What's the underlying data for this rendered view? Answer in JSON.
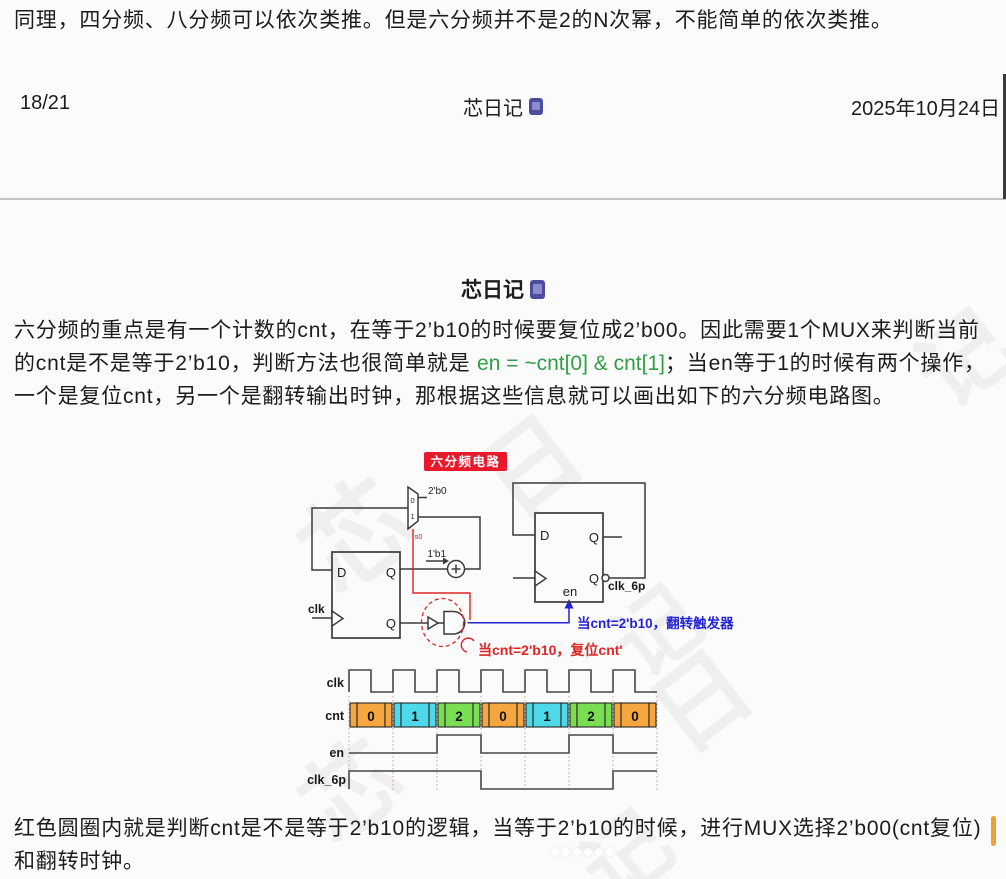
{
  "page1": {
    "paragraph": "同理，四分频、八分频可以依次类推。但是六分频并不是2的N次幂，不能简单的依次类推。",
    "footer": {
      "page_number": "18/21",
      "brand": "芯日记",
      "brand_icon": "chip-icon",
      "date": "2025年10月24日"
    }
  },
  "page2": {
    "title": "芯日记",
    "title_icon": "chip-icon",
    "para_part1": "六分频的重点是有一个计数的cnt，在等于2’b10的时候要复位成2’b00。因此需要1个MUX来判断当前的cnt是不是等于2’b10，判断方法也很简单就是 ",
    "para_code": "en = ~cnt[0] & cnt[1]",
    "para_part2": "；当en等于1的时候有两个操作，一个是复位cnt，另一个是翻转输出时钟，那根据这些信息就可以画出如下的六分频电路图。",
    "bottom_paragraph": "红色圆圈内就是判断cnt是不是等于2’b10的逻辑，当等于2’b10的时候，进行MUX选择2’b00(cnt复位)和翻转时钟。"
  },
  "diagram": {
    "badge": "六分频电路",
    "labels": {
      "mux_in0": "0",
      "mux_in1": "1",
      "mux_const": "2'b0",
      "mux_sel": "s0",
      "adder_const": "1'b1",
      "d_port": "D",
      "q_port": "Q",
      "clk": "clk",
      "en": "en",
      "clk_6p": "clk_6p"
    },
    "annotations": {
      "blue": "当cnt=2'b10，翻转触发器",
      "red": "当cnt=2'b10，复位cnt'"
    },
    "waveform": {
      "row_labels": [
        "clk",
        "cnt",
        "en",
        "clk_6p"
      ],
      "clk_cycles": 7,
      "cnt_segments": [
        {
          "value": "0",
          "color": "#f6a63f"
        },
        {
          "value": "1",
          "color": "#4ed9e9"
        },
        {
          "value": "2",
          "color": "#7ade52"
        },
        {
          "value": "0",
          "color": "#f6a63f"
        },
        {
          "value": "1",
          "color": "#4ed9e9"
        },
        {
          "value": "2",
          "color": "#7ade52"
        },
        {
          "value": "0",
          "color": "#f6a63f"
        }
      ],
      "en_levels": [
        0,
        0,
        1,
        0,
        0,
        1,
        0
      ],
      "clk6p_levels": [
        1,
        1,
        1,
        0,
        0,
        0,
        1
      ]
    },
    "colors": {
      "red": "#e02424",
      "blue": "#2323d6",
      "green_code": "#2f9e44",
      "badge_bg": "#e8192c",
      "cursor_orange": "#f0a030",
      "icon_purple": "#4d4da0"
    }
  },
  "watermark": {
    "chars": [
      "芯",
      "日",
      "记"
    ]
  }
}
